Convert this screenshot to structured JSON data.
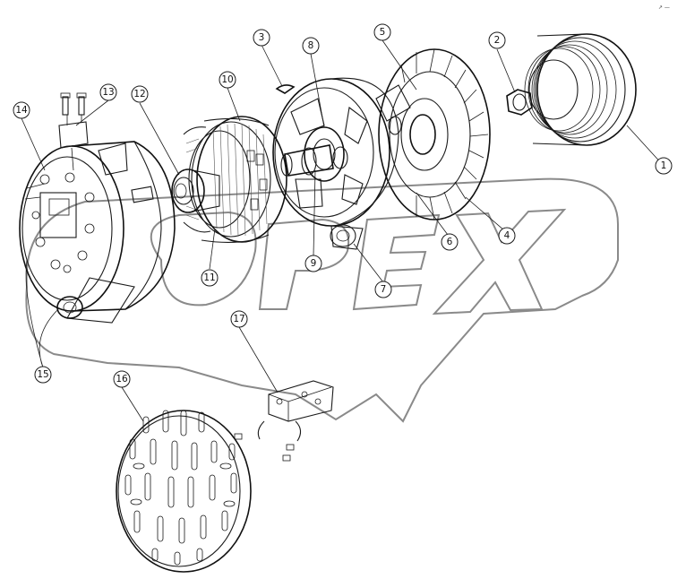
{
  "watermark": {
    "text": "OPEX"
  },
  "corner_mark": "↗ —",
  "parts": [
    {
      "id": "pulley",
      "number": "1"
    },
    {
      "id": "pulley-nut",
      "number": "2"
    },
    {
      "id": "woodruff-key",
      "number": "3"
    },
    {
      "id": "front-bearing-retainer",
      "number": "4"
    },
    {
      "id": "fan",
      "number": "5"
    },
    {
      "id": "front-bearing",
      "number": "6"
    },
    {
      "id": "front-housing-mount",
      "number": "7"
    },
    {
      "id": "front-housing",
      "number": "8"
    },
    {
      "id": "rotor-shaft",
      "number": "9"
    },
    {
      "id": "stator",
      "number": "10"
    },
    {
      "id": "stator-winding",
      "number": "11"
    },
    {
      "id": "rotor",
      "number": "12"
    },
    {
      "id": "terminal-bolts",
      "number": "13"
    },
    {
      "id": "rectifier-regulator",
      "number": "14"
    },
    {
      "id": "rear-housing",
      "number": "15"
    },
    {
      "id": "rear-cover",
      "number": "16"
    },
    {
      "id": "brush-holder",
      "number": "17"
    }
  ]
}
